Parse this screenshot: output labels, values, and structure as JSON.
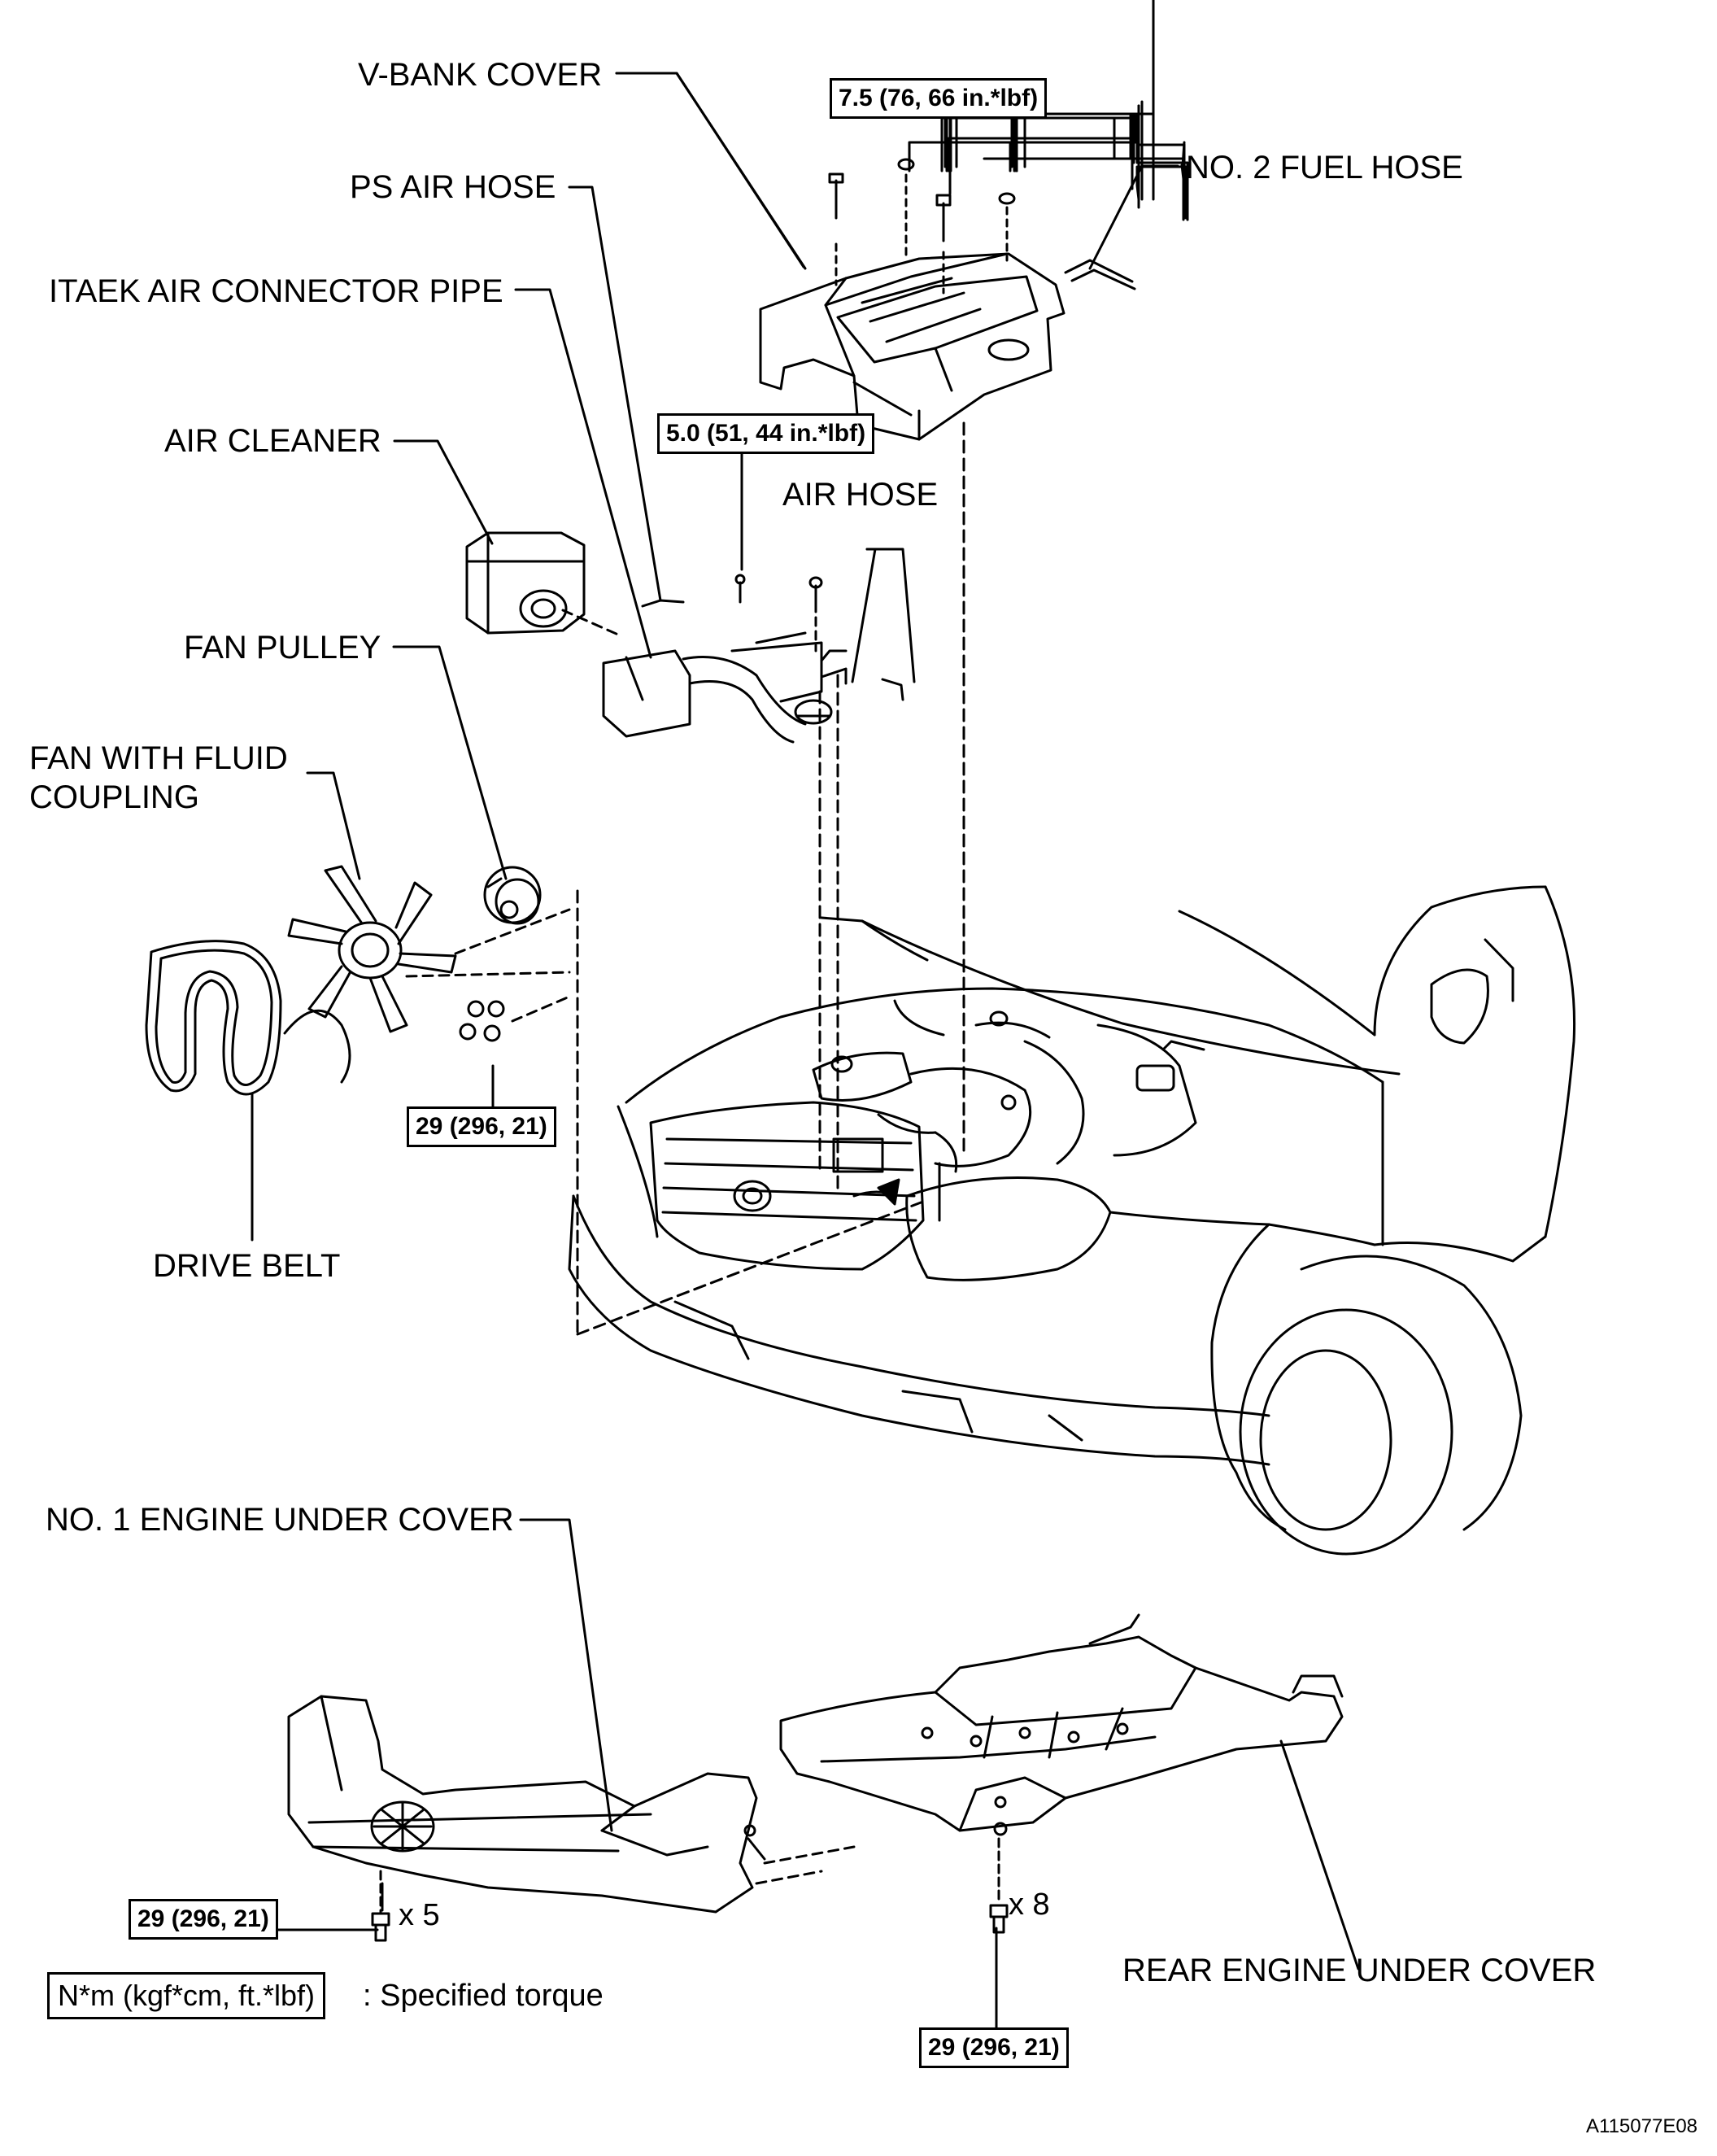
{
  "labels": {
    "v_bank_cover": "V-BANK COVER",
    "no2_fuel_hose": "NO. 2 FUEL HOSE",
    "ps_air_hose": "PS AIR HOSE",
    "itaek_pipe": "ITAEK AIR CONNECTOR PIPE",
    "air_cleaner": "AIR CLEANER",
    "air_hose": "AIR HOSE",
    "fan_pulley": "FAN PULLEY",
    "fan_fluid_coupling_line1": "FAN WITH FLUID",
    "fan_fluid_coupling_line2": "COUPLING",
    "drive_belt": "DRIVE BELT",
    "no1_engine_under_cover": "NO. 1 ENGINE UNDER COVER",
    "rear_engine_under_cover": "REAR ENGINE UNDER COVER"
  },
  "torques": {
    "vbank_cover": "7.5 (76, 66 in.*lbf)",
    "air_hose_bolt": "5.0 (51, 44 in.*lbf)",
    "fan_nuts": "29 (296, 21)",
    "no1_cover_bolts": "29 (296, 21)",
    "rear_cover_bolts": "29 (296, 21)"
  },
  "quantities": {
    "no1_cover_bolts": "x 5",
    "rear_cover_bolts": "x 8"
  },
  "legend": {
    "unit_box": "N*m (kgf*cm, ft.*lbf)",
    "meaning": ": Specified torque"
  },
  "figure_id": "A115077E08"
}
